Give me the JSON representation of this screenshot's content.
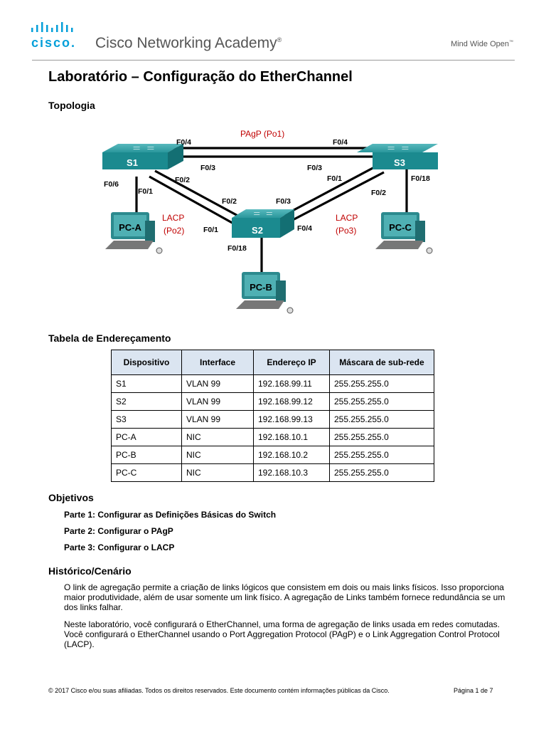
{
  "header": {
    "brand_word": "cisco.",
    "academy": "Cisco Networking Academy",
    "tagline": "Mind Wide Open",
    "colors": {
      "brand": "#049fd9",
      "grey_text": "#555555"
    }
  },
  "title": "Laboratório – Configuração do EtherChannel",
  "topology": {
    "heading": "Topologia",
    "devices": {
      "s1": "S1",
      "s2": "S2",
      "s3": "S3",
      "pca": "PC-A",
      "pcb": "PC-B",
      "pcc": "PC-C"
    },
    "bundles": {
      "pagp": "PAgP (Po1)",
      "lacp_left_1": "LACP",
      "lacp_left_2": "(Po2)",
      "lacp_right_1": "LACP",
      "lacp_right_2": "(Po3)"
    },
    "ports": {
      "s1_f04": "F0/4",
      "s3_f04": "F0/4",
      "s1_f03": "F0/3",
      "s3_f03": "F0/3",
      "s1_f06": "F0/6",
      "s1_f01": "F0/1",
      "s1_f02": "F0/2",
      "s2_f02": "F0/2",
      "s2_f03": "F0/3",
      "s2_f01": "F0/1",
      "s2_f04": "F0/4",
      "s2_f018": "F0/18",
      "s3_f01": "F0/1",
      "s3_f018": "F0/18",
      "s3_f02": "F0/2"
    },
    "colors": {
      "switch": "#1b8a8f",
      "bundle_label": "#c00000",
      "pc": "#2c8a8e"
    }
  },
  "addressing": {
    "heading": "Tabela de Endereçamento",
    "columns": [
      "Dispositivo",
      "Interface",
      "Endereço IP",
      "Máscara de sub-rede"
    ],
    "rows": [
      [
        "S1",
        "VLAN 99",
        "192.168.99.11",
        "255.255.255.0"
      ],
      [
        "S2",
        "VLAN 99",
        "192.168.99.12",
        "255.255.255.0"
      ],
      [
        "S3",
        "VLAN 99",
        "192.168.99.13",
        "255.255.255.0"
      ],
      [
        "PC-A",
        "NIC",
        "192.168.10.1",
        "255.255.255.0"
      ],
      [
        "PC-B",
        "NIC",
        "192.168.10.2",
        "255.255.255.0"
      ],
      [
        "PC-C",
        "NIC",
        "192.168.10.3",
        "255.255.255.0"
      ]
    ],
    "header_bg": "#dbe5f1"
  },
  "objectives": {
    "heading": "Objetivos",
    "items": [
      "Parte 1: Configurar as Definições Básicas do Switch",
      "Parte 2: Configurar o PAgP",
      "Parte 3: Configurar o LACP"
    ]
  },
  "background": {
    "heading": "Histórico/Cenário",
    "paragraph1": "O link de agregação permite a criação de links lógicos que consistem em dois ou mais links físicos. Isso proporciona maior produtividade, além de usar somente um link físico. A agregação de Links também fornece redundância se um dos links falhar.",
    "paragraph2": "Neste laboratório, você configurará o EtherChannel, uma forma de agregação de links usada em redes comutadas. Você configurará o EtherChannel usando o Port Aggregation Protocol (PAgP) e o Link Aggregation Control Protocol (LACP)."
  },
  "footer": {
    "copyright": "© 2017 Cisco e/ou suas afiliadas. Todos os direitos reservados. Este documento contém informações públicas da Cisco.",
    "page": "Página 1 de 7"
  }
}
